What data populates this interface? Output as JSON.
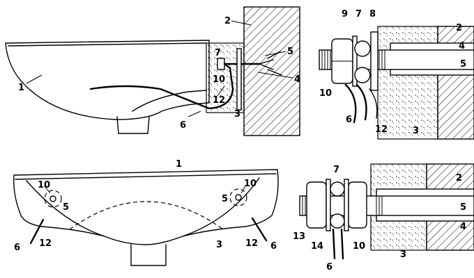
{
  "labels": {
    "fig1": [
      {
        "id": "basin",
        "text": "1"
      },
      {
        "id": "wall",
        "text": "2"
      },
      {
        "id": "stud",
        "text": "5"
      },
      {
        "id": "anchor",
        "text": "4"
      },
      {
        "id": "ring",
        "text": "7"
      },
      {
        "id": "nut",
        "text": "10"
      },
      {
        "id": "washer",
        "text": "12"
      },
      {
        "id": "fill",
        "text": "3"
      },
      {
        "id": "pipe",
        "text": "6"
      }
    ],
    "fig2": [
      {
        "id": "ring",
        "text": "9"
      },
      {
        "id": "ring2",
        "text": "7"
      },
      {
        "id": "plate",
        "text": "8"
      },
      {
        "id": "wall",
        "text": "2"
      },
      {
        "id": "anchor",
        "text": "4"
      },
      {
        "id": "stud",
        "text": "5"
      },
      {
        "id": "nut",
        "text": "10"
      },
      {
        "id": "pipe",
        "text": "6"
      },
      {
        "id": "washer",
        "text": "12"
      },
      {
        "id": "fill",
        "text": "3"
      }
    ],
    "fig3": [
      {
        "id": "basin",
        "text": "1"
      },
      {
        "id": "nut-left",
        "text": "10"
      },
      {
        "id": "stud-left",
        "text": "5"
      },
      {
        "id": "stud-right",
        "text": "5"
      },
      {
        "id": "nut-right",
        "text": "10"
      },
      {
        "id": "pipe-left",
        "text": "6"
      },
      {
        "id": "washer-left",
        "text": "12"
      },
      {
        "id": "fill",
        "text": "3"
      },
      {
        "id": "washer-right",
        "text": "12"
      },
      {
        "id": "pipe-right",
        "text": "6"
      }
    ],
    "fig4": [
      {
        "id": "ring",
        "text": "7"
      },
      {
        "id": "wall",
        "text": "2"
      },
      {
        "id": "stud",
        "text": "5"
      },
      {
        "id": "anchor",
        "text": "4"
      },
      {
        "id": "nut-outer",
        "text": "13"
      },
      {
        "id": "washer",
        "text": "14"
      },
      {
        "id": "pipe",
        "text": "6"
      },
      {
        "id": "nut",
        "text": "10"
      },
      {
        "id": "fill",
        "text": "3"
      }
    ]
  }
}
